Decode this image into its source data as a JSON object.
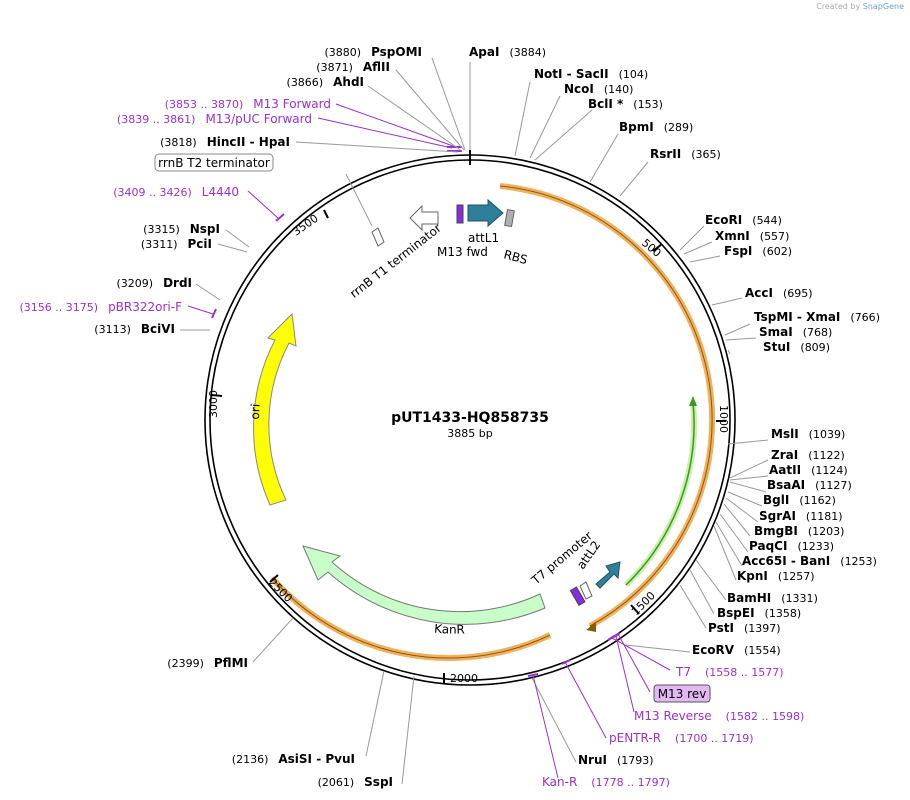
{
  "credit": {
    "created_by": "Created by",
    "brand": "SnapGene"
  },
  "plasmid": {
    "name": "pUT1433-HQ858735",
    "length_label": "3885 bp",
    "length": 3885
  },
  "ticks": [
    "500",
    "1000",
    "1500",
    "2000",
    "2500",
    "3000",
    "3500"
  ],
  "colors": {
    "enzyme": "#000000",
    "primer": "#9b30c8",
    "orange": "#f0b060",
    "ori": "#ffff00",
    "kanr": "#c8ffc8",
    "teal": "#2e7f98",
    "green": "#3a9a20"
  },
  "enzymes_right": [
    {
      "name": "ApaI",
      "pos": "3884"
    },
    {
      "name": "NotI  -  SacII",
      "pos": "104"
    },
    {
      "name": "NcoI",
      "pos": "140"
    },
    {
      "name": "BclI *",
      "pos": "153"
    },
    {
      "name": "BpmI",
      "pos": "289"
    },
    {
      "name": "RsrII",
      "pos": "365"
    },
    {
      "name": "EcoRI",
      "pos": "544"
    },
    {
      "name": "XmnI",
      "pos": "557"
    },
    {
      "name": "FspI",
      "pos": "602"
    },
    {
      "name": "AccI",
      "pos": "695"
    },
    {
      "name": "TspMI  -  XmaI",
      "pos": "766"
    },
    {
      "name": "SmaI",
      "pos": "768"
    },
    {
      "name": "StuI",
      "pos": "809"
    },
    {
      "name": "MslI",
      "pos": "1039"
    },
    {
      "name": "ZraI",
      "pos": "1122"
    },
    {
      "name": "AatII",
      "pos": "1124"
    },
    {
      "name": "BsaAI",
      "pos": "1127"
    },
    {
      "name": "BglI",
      "pos": "1162"
    },
    {
      "name": "SgrAI",
      "pos": "1181"
    },
    {
      "name": "BmgBI",
      "pos": "1203"
    },
    {
      "name": "PaqCI",
      "pos": "1233"
    },
    {
      "name": "Acc65I  -  BanI",
      "pos": "1253"
    },
    {
      "name": "KpnI",
      "pos": "1257"
    },
    {
      "name": "BamHI",
      "pos": "1331"
    },
    {
      "name": "BspEI",
      "pos": "1358"
    },
    {
      "name": "PstI",
      "pos": "1397"
    },
    {
      "name": "EcoRV",
      "pos": "1554"
    },
    {
      "name": "NruI",
      "pos": "1793"
    }
  ],
  "enzymes_left": [
    {
      "name": "PspOMI",
      "pos": "3880"
    },
    {
      "name": "AflII",
      "pos": "3871"
    },
    {
      "name": "AhdI",
      "pos": "3866"
    },
    {
      "name": "HincII  -  HpaI",
      "pos": "3818"
    },
    {
      "name": "NspI",
      "pos": "3315"
    },
    {
      "name": "PciI",
      "pos": "3311"
    },
    {
      "name": "DrdI",
      "pos": "3209"
    },
    {
      "name": "BciVI",
      "pos": "3113"
    },
    {
      "name": "PflMI",
      "pos": "2399"
    },
    {
      "name": "AsiSI  -  PvuI",
      "pos": "2136"
    },
    {
      "name": "SspI",
      "pos": "2061"
    }
  ],
  "primers": [
    {
      "name": "M13 Forward",
      "range": "(3853 .. 3870)"
    },
    {
      "name": "M13/pUC Forward",
      "range": "(3839 .. 3861)"
    },
    {
      "name": "L4440",
      "range": "(3409 .. 3426)"
    },
    {
      "name": "pBR322ori-F",
      "range": "(3156 .. 3175)"
    },
    {
      "name": "T7",
      "range": "(1558 .. 1577)"
    },
    {
      "name": "M13 Reverse",
      "range": "(1582 .. 1598)"
    },
    {
      "name": "pENTR-R",
      "range": "(1700 .. 1719)"
    },
    {
      "name": "Kan-R",
      "range": "(1778 .. 1797)"
    }
  ],
  "features": {
    "rrnb_t2": "rrnB T2 terminator",
    "rrnb_t1": "rrnB T1 terminator",
    "m13_fwd": "M13 fwd",
    "attl1": "attL1",
    "rbs": "RBS",
    "t7_promoter": "T7 promoter",
    "attl2": "attL2",
    "m13_rev": "M13 rev",
    "ori": "ori",
    "kanr": "KanR"
  }
}
